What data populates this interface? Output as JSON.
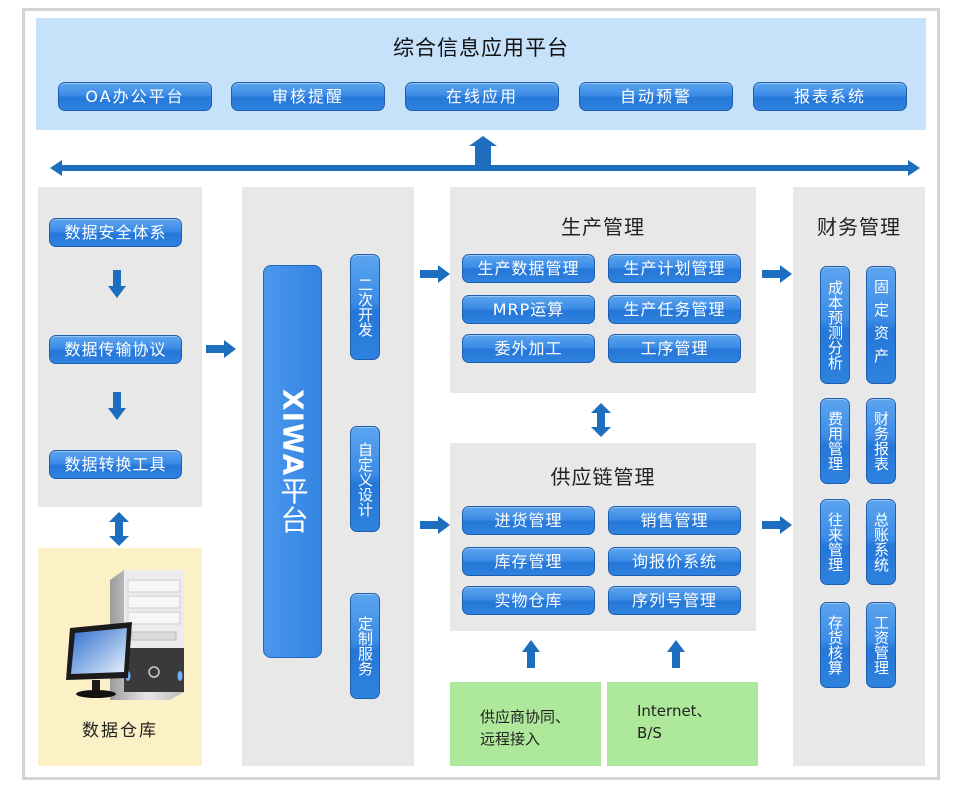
{
  "platform": {
    "title": "综合信息应用平台",
    "buttons": [
      "OA办公平台",
      "审核提醒",
      "在线应用",
      "自动预警",
      "报表系统"
    ]
  },
  "data_layer": {
    "items": [
      "数据安全体系",
      "数据传输协议",
      "数据转换工具"
    ],
    "warehouse": {
      "label": "数据仓库",
      "icon": "computer-server-icon"
    }
  },
  "xiwa": {
    "title_latin": "XIWA",
    "title_cn": "平台",
    "features": [
      "二次开发",
      "自定义设计",
      "定制服务"
    ]
  },
  "production": {
    "title": "生产管理",
    "items": [
      "生产数据管理",
      "生产计划管理",
      "MRP运算",
      "生产任务管理",
      "委外加工",
      "工序管理"
    ]
  },
  "supply_chain": {
    "title": "供应链管理",
    "items": [
      "进货管理",
      "销售管理",
      "库存管理",
      "询报价系统",
      "实物仓库",
      "序列号管理"
    ],
    "inputs": [
      {
        "line1": "供应商协同、",
        "line2": "远程接入"
      },
      {
        "line1": "Internet、",
        "line2": "B/S"
      }
    ]
  },
  "finance": {
    "title": "财务管理",
    "items": [
      "成本预测分析",
      "固定资产",
      "费用管理",
      "财务报表",
      "往来管理",
      "总账系统",
      "存货核算",
      "工资管理"
    ]
  },
  "colors": {
    "button_blue": "#3c8ce6",
    "arrow_blue": "#1e6ebf",
    "top_panel": "#c6e2fb",
    "gray_panel": "#e8e8e8",
    "warehouse_panel": "#fcf0c6",
    "input_panel": "#aee89a"
  }
}
